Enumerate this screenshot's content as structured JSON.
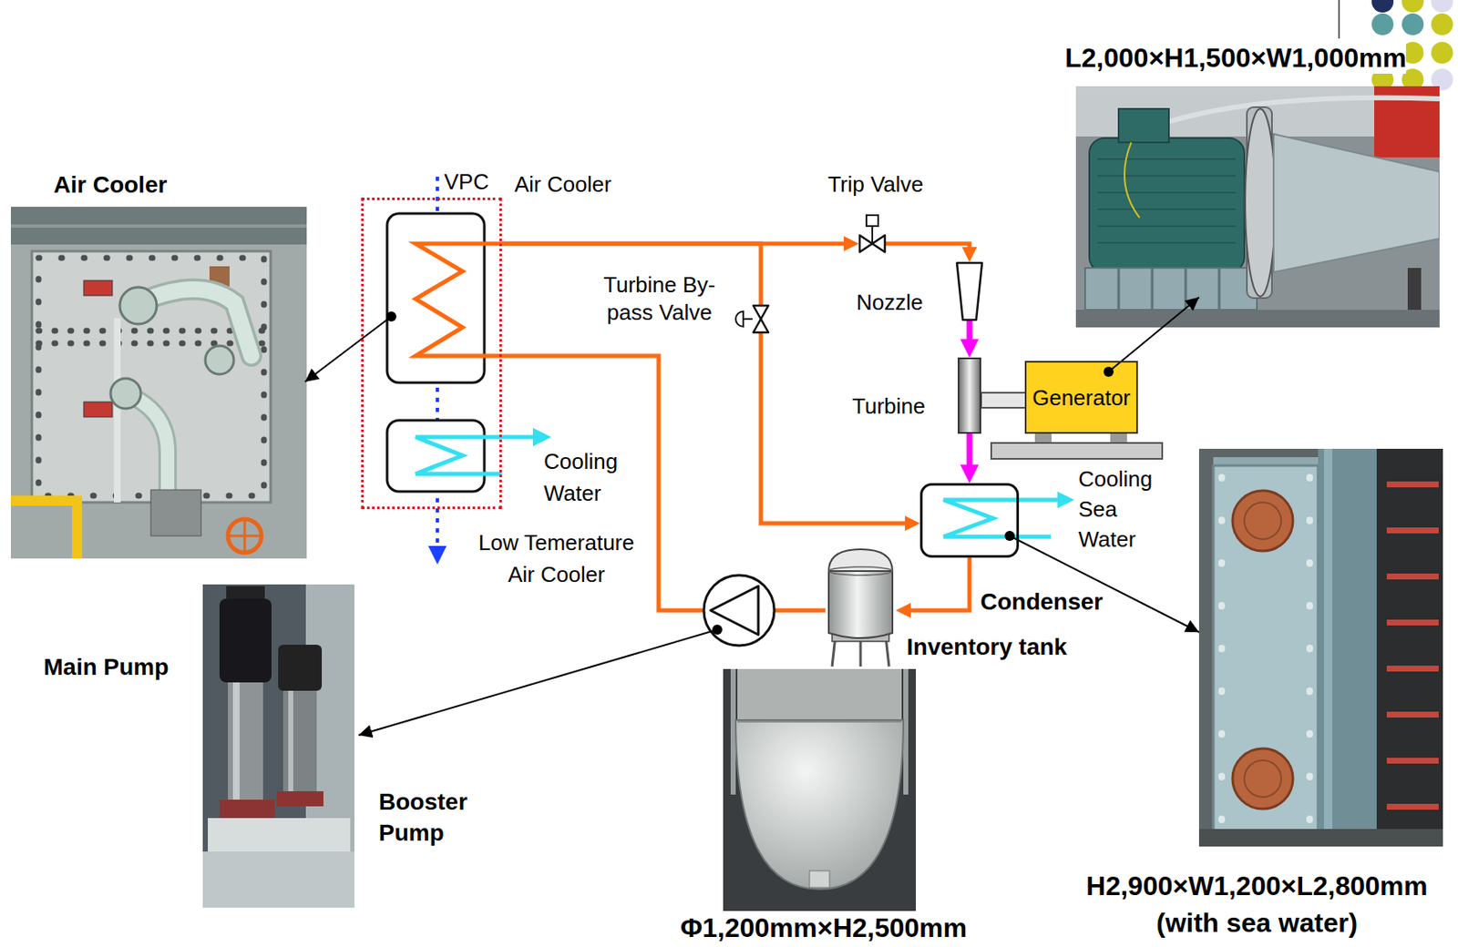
{
  "diagram": {
    "nodes": [
      {
        "text": [
          "Air Cooler"
        ]
      },
      {
        "text": [
          "Trip Valve"
        ]
      },
      {
        "text": [
          "Turbine By- pass Valve"
        ]
      },
      {
        "text": [
          "Nozzle"
        ]
      },
      {
        "text": [
          "Turbine"
        ]
      },
      {
        "text": [
          "Generator"
        ]
      },
      {
        "text": [
          "Condenser"
        ]
      },
      {
        "text": [
          "Inventory tank"
        ]
      }
    ],
    "edges": [
      {
        "from": 0,
        "to": 1,
        "arrow": "to"
      },
      {
        "from": 1,
        "to": 3,
        "arrow": "to"
      },
      {
        "from": 3,
        "to": 4,
        "arrow": "to"
      },
      {
        "from": 4,
        "to": 6,
        "arrow": "to"
      },
      {
        "from": 0,
        "to": 2,
        "arrow": "none"
      },
      {
        "from": 2,
        "to": 6,
        "arrow": "to"
      },
      {
        "from": 6,
        "to": 7,
        "arrow": "to"
      },
      {
        "from": 7,
        "to": 0,
        "arrow": "none"
      }
    ],
    "labels": [
      "L2,000×H1,500×W1,000mm",
      "Air Cooler",
      "VPC",
      "Cooling Water",
      "Low Temerature Air Cooler",
      "Cooling Sea Water",
      "Main Pump",
      "Booster Pump",
      "Φ1,200mm×H2,500mm",
      "H2,900×W1,200×L2,800mm (with sea water)"
    ]
  }
}
